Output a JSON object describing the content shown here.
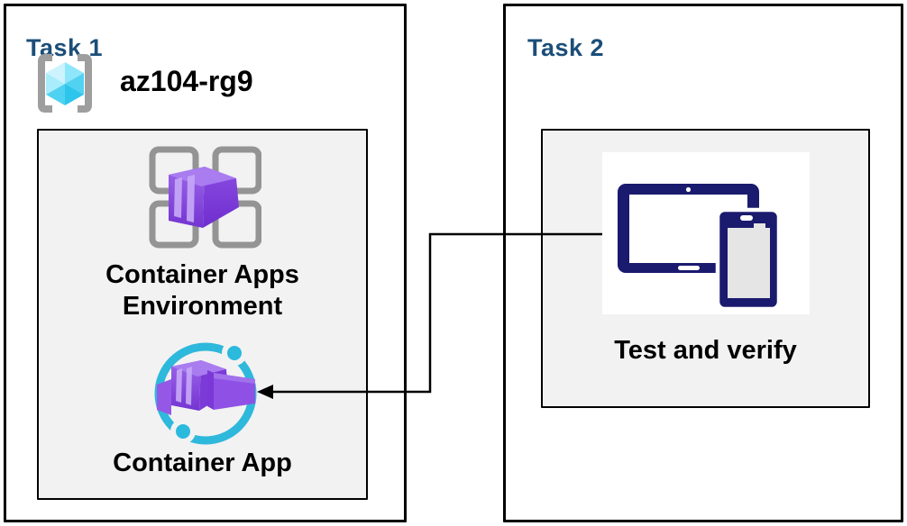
{
  "diagram": {
    "task1": {
      "title": "Task 1",
      "resource_group": {
        "name": "az104-rg9",
        "icon": "resource-group-icon"
      },
      "items": [
        {
          "label": "Container Apps Environment",
          "icon": "container-apps-environment-icon"
        },
        {
          "label": "Container App",
          "icon": "container-app-icon"
        }
      ]
    },
    "task2": {
      "title": "Task 2",
      "items": [
        {
          "label": "Test and verify",
          "icon": "tablet-phone-icon"
        }
      ]
    },
    "connector": {
      "from": "Test and verify",
      "to": "Container App",
      "type": "elbow-arrow"
    },
    "colors": {
      "title_blue": "#1b4e79",
      "box_border": "#000000",
      "panel_gray": "#f2f2f2",
      "frame_gray": "#949494",
      "bracket_gray": "#9e9e9e",
      "purple_top": "#a97cf0",
      "purple_front_light": "#9c66eb",
      "purple_front_dark": "#7434d1",
      "purple_right": "#8a4ce3",
      "purple_stripe": "#c4a5f5",
      "cyan_accent": "#2eb8dc",
      "cube_cyan_light": "#cdf4fe",
      "cube_cyan_dark": "#2ec5ec",
      "device_navy": "#1a1a6e",
      "phone_screen_gray": "#e5e5e5"
    }
  }
}
